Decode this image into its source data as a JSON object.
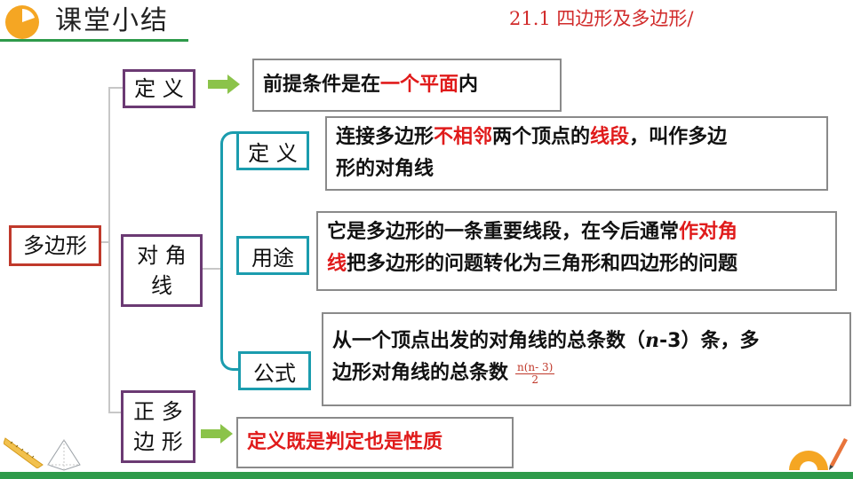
{
  "header": {
    "title": "课堂小结",
    "chapter": "21.1  四边形及多边形/"
  },
  "root": {
    "label": "多边形"
  },
  "definition": {
    "label": "定 义",
    "text_1": "前提条件是在",
    "text_red": "一个平面",
    "text_2": "内"
  },
  "diagonal": {
    "label_1": "对 角",
    "label_2": "线",
    "definition": {
      "label": "定 义",
      "text_1": "连接多边形",
      "text_red_1": "不相邻",
      "text_2": "两个顶点的",
      "text_red_2": "线段",
      "text_3": "，叫作多边",
      "text_4": "形的对角线"
    },
    "usage": {
      "label": "用途",
      "text_1": "它是多边形的一条重要线段，在今后通常",
      "text_red_1": "作对角",
      "text_red_2": "线",
      "text_2": "把多边形的问题转化为三角形和四边形的问题"
    },
    "formula": {
      "label": "公式",
      "text_1": "从一个顶点出发的对角线的总条数（",
      "text_var": "n",
      "text_2": "-3）条，多",
      "text_3": "边形对角线的总条数",
      "frac_num": "n(n-  3)",
      "frac_den": "2"
    }
  },
  "regular": {
    "label_1": "正 多",
    "label_2": "边 形",
    "text": "定义既是判定也是性质"
  },
  "colors": {
    "accent_green": "#2e9a4a",
    "frame_purple": "#6b3a73",
    "frame_teal": "#1b9cae",
    "highlight_red": "#e01b1b"
  }
}
